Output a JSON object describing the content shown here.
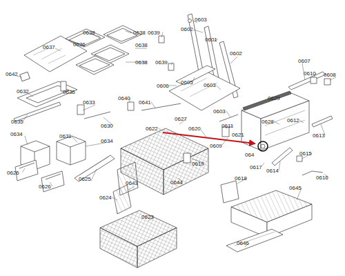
{
  "diagram": {
    "labels": [
      "0638",
      "0638",
      "0639",
      "0603",
      "0602",
      "0637",
      "0636",
      "0638",
      "0601",
      "0602",
      "0638",
      "0639",
      "0607",
      "0610",
      "0608",
      "0642",
      "0636",
      "0632",
      "0606",
      "0605",
      "0603",
      "0629",
      "0640",
      "0641",
      "0633",
      "0603",
      "0627",
      "0612",
      "0628",
      "0635",
      "0630",
      "0620",
      "0622",
      "0611",
      "0613",
      "0631",
      "0634",
      "0634",
      "0621",
      "0609",
      "064",
      "0615",
      "0619",
      "0617",
      "0614",
      "0626",
      "0625",
      "0618",
      "0616",
      "0643",
      "0644",
      "0626",
      "0645",
      "0624",
      "0623",
      "0646"
    ]
  }
}
